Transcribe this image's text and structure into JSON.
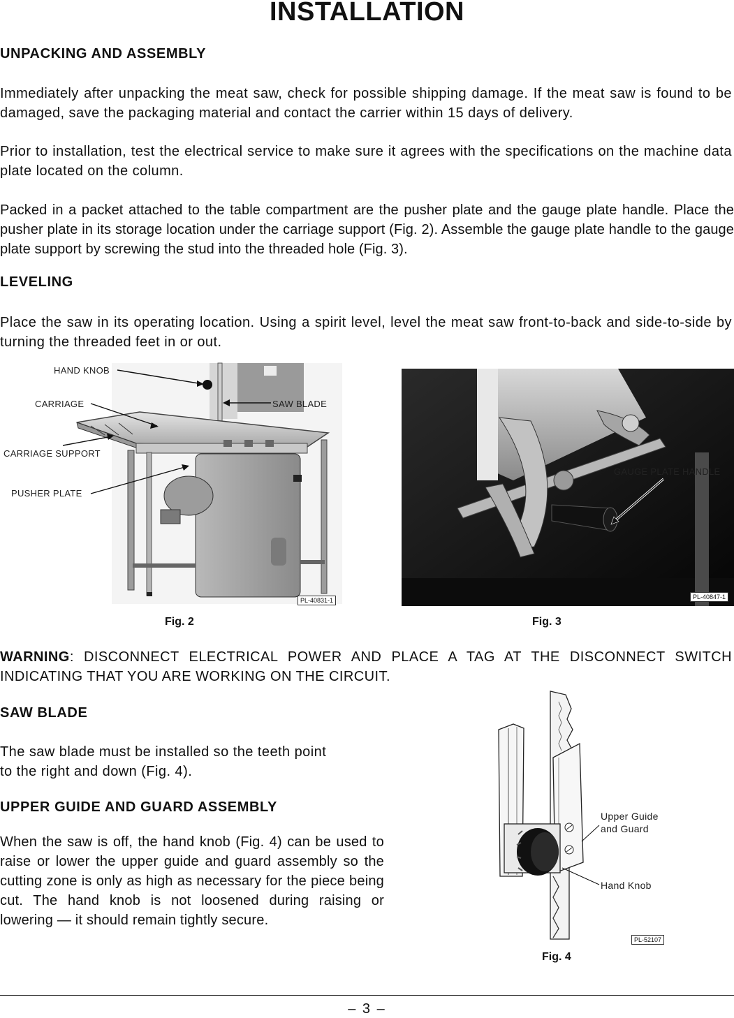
{
  "page": {
    "title": "INSTALLATION",
    "page_number": "– 3 –"
  },
  "unpacking": {
    "heading": "UNPACKING AND ASSEMBLY",
    "p1": "Immediately after unpacking the meat saw, check for possible shipping damage.  If the meat saw is found to be damaged, save the packaging material and contact the carrier within 15 days of delivery.",
    "p2": "Prior to installation, test the electrical service to make sure it agrees with the specifications on the machine data plate located on the column.",
    "p3": "Packed in a packet attached to the table compartment are the pusher plate and the gauge plate handle. Place the pusher plate in its storage location under the carriage support (Fig. 2).  Assemble the gauge plate handle to the gauge plate support by screwing the stud into the threaded hole (Fig. 3)."
  },
  "leveling": {
    "heading": "LEVELING",
    "p1": "Place the saw in its operating location.  Using a spirit level, level the meat saw front-to-back and side-to-side by turning the threaded feet in or out."
  },
  "fig2": {
    "caption": "Fig. 2",
    "code": "PL-40831-1",
    "labels": {
      "hand_knob": "HAND KNOB",
      "carriage": "CARRIAGE",
      "saw_blade": "SAW BLADE",
      "carriage_support": "CARRIAGE SUPPORT",
      "pusher_plate": "PUSHER PLATE"
    }
  },
  "fig3": {
    "caption": "Fig. 3",
    "code": "PL-40847-1",
    "labels": {
      "gauge_plate_handle": "GAUGE PLATE HANDLE"
    }
  },
  "warning": {
    "label": "WARNING",
    "text": ":  DISCONNECT ELECTRICAL POWER AND PLACE A TAG AT THE DISCONNECT SWITCH INDICATING THAT YOU ARE WORKING ON THE CIRCUIT."
  },
  "saw_blade": {
    "heading": "SAW BLADE",
    "line1": "The saw blade must be installed so the teeth point",
    "line2": "to the right and down (Fig. 4)."
  },
  "upper_guide": {
    "heading": "UPPER GUIDE AND GUARD ASSEMBLY",
    "p1": "When the saw is off, the hand knob (Fig. 4) can be used to raise or lower the upper guide and guard assembly so the cutting zone is only as high as necessary for the piece being cut.  The hand knob is not loosened during raising or lowering — it should remain tightly secure."
  },
  "fig4": {
    "caption": "Fig. 4",
    "code": "PL-52107",
    "labels": {
      "upper_guide_1": "Upper Guide",
      "upper_guide_2": "and Guard",
      "hand_knob": "Hand Knob"
    }
  }
}
